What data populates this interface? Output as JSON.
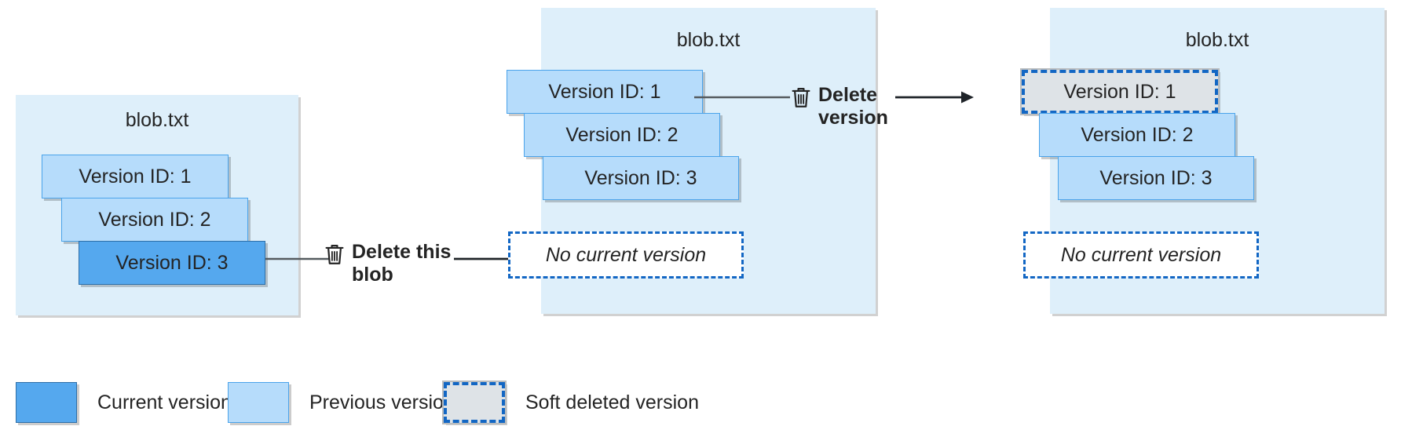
{
  "diagram": {
    "title_blob_name": "blob.txt",
    "panels": [
      {
        "id": "panel-initial",
        "blob_name": "blob.txt",
        "versions": [
          {
            "label": "Version ID: 1",
            "state": "previous"
          },
          {
            "label": "Version ID: 2",
            "state": "previous"
          },
          {
            "label": "Version ID: 3",
            "state": "current"
          }
        ],
        "placeholder": null
      },
      {
        "id": "panel-after-blob-delete",
        "blob_name": "blob.txt",
        "versions": [
          {
            "label": "Version ID: 1",
            "state": "previous"
          },
          {
            "label": "Version ID: 2",
            "state": "previous"
          },
          {
            "label": "Version ID: 3",
            "state": "previous"
          }
        ],
        "placeholder": "No current version"
      },
      {
        "id": "panel-after-version-delete",
        "blob_name": "blob.txt",
        "versions": [
          {
            "label": "Version ID: 1",
            "state": "softdeleted"
          },
          {
            "label": "Version ID: 2",
            "state": "previous"
          },
          {
            "label": "Version ID: 3",
            "state": "previous"
          }
        ],
        "placeholder": "No current version"
      }
    ],
    "actions": [
      {
        "id": "action-delete-blob",
        "icon": "trash-icon",
        "label": "Delete this blob"
      },
      {
        "id": "action-delete-version",
        "icon": "trash-icon",
        "label": "Delete version"
      }
    ],
    "legend": [
      {
        "key": "current",
        "label": "Current version",
        "color": "#55a8ee"
      },
      {
        "key": "previous",
        "label": "Previous version",
        "color": "#b6dcfb"
      },
      {
        "key": "softdeleted",
        "label": "Soft deleted version",
        "color": "#dee3e7"
      }
    ],
    "colors": {
      "panel_background": "#deeffa",
      "current_version": "#55a8ee",
      "previous_version": "#b6dcfb",
      "soft_deleted_version": "#dee3e7",
      "dashed_accent": "#1367c4",
      "text": "#242424"
    }
  }
}
